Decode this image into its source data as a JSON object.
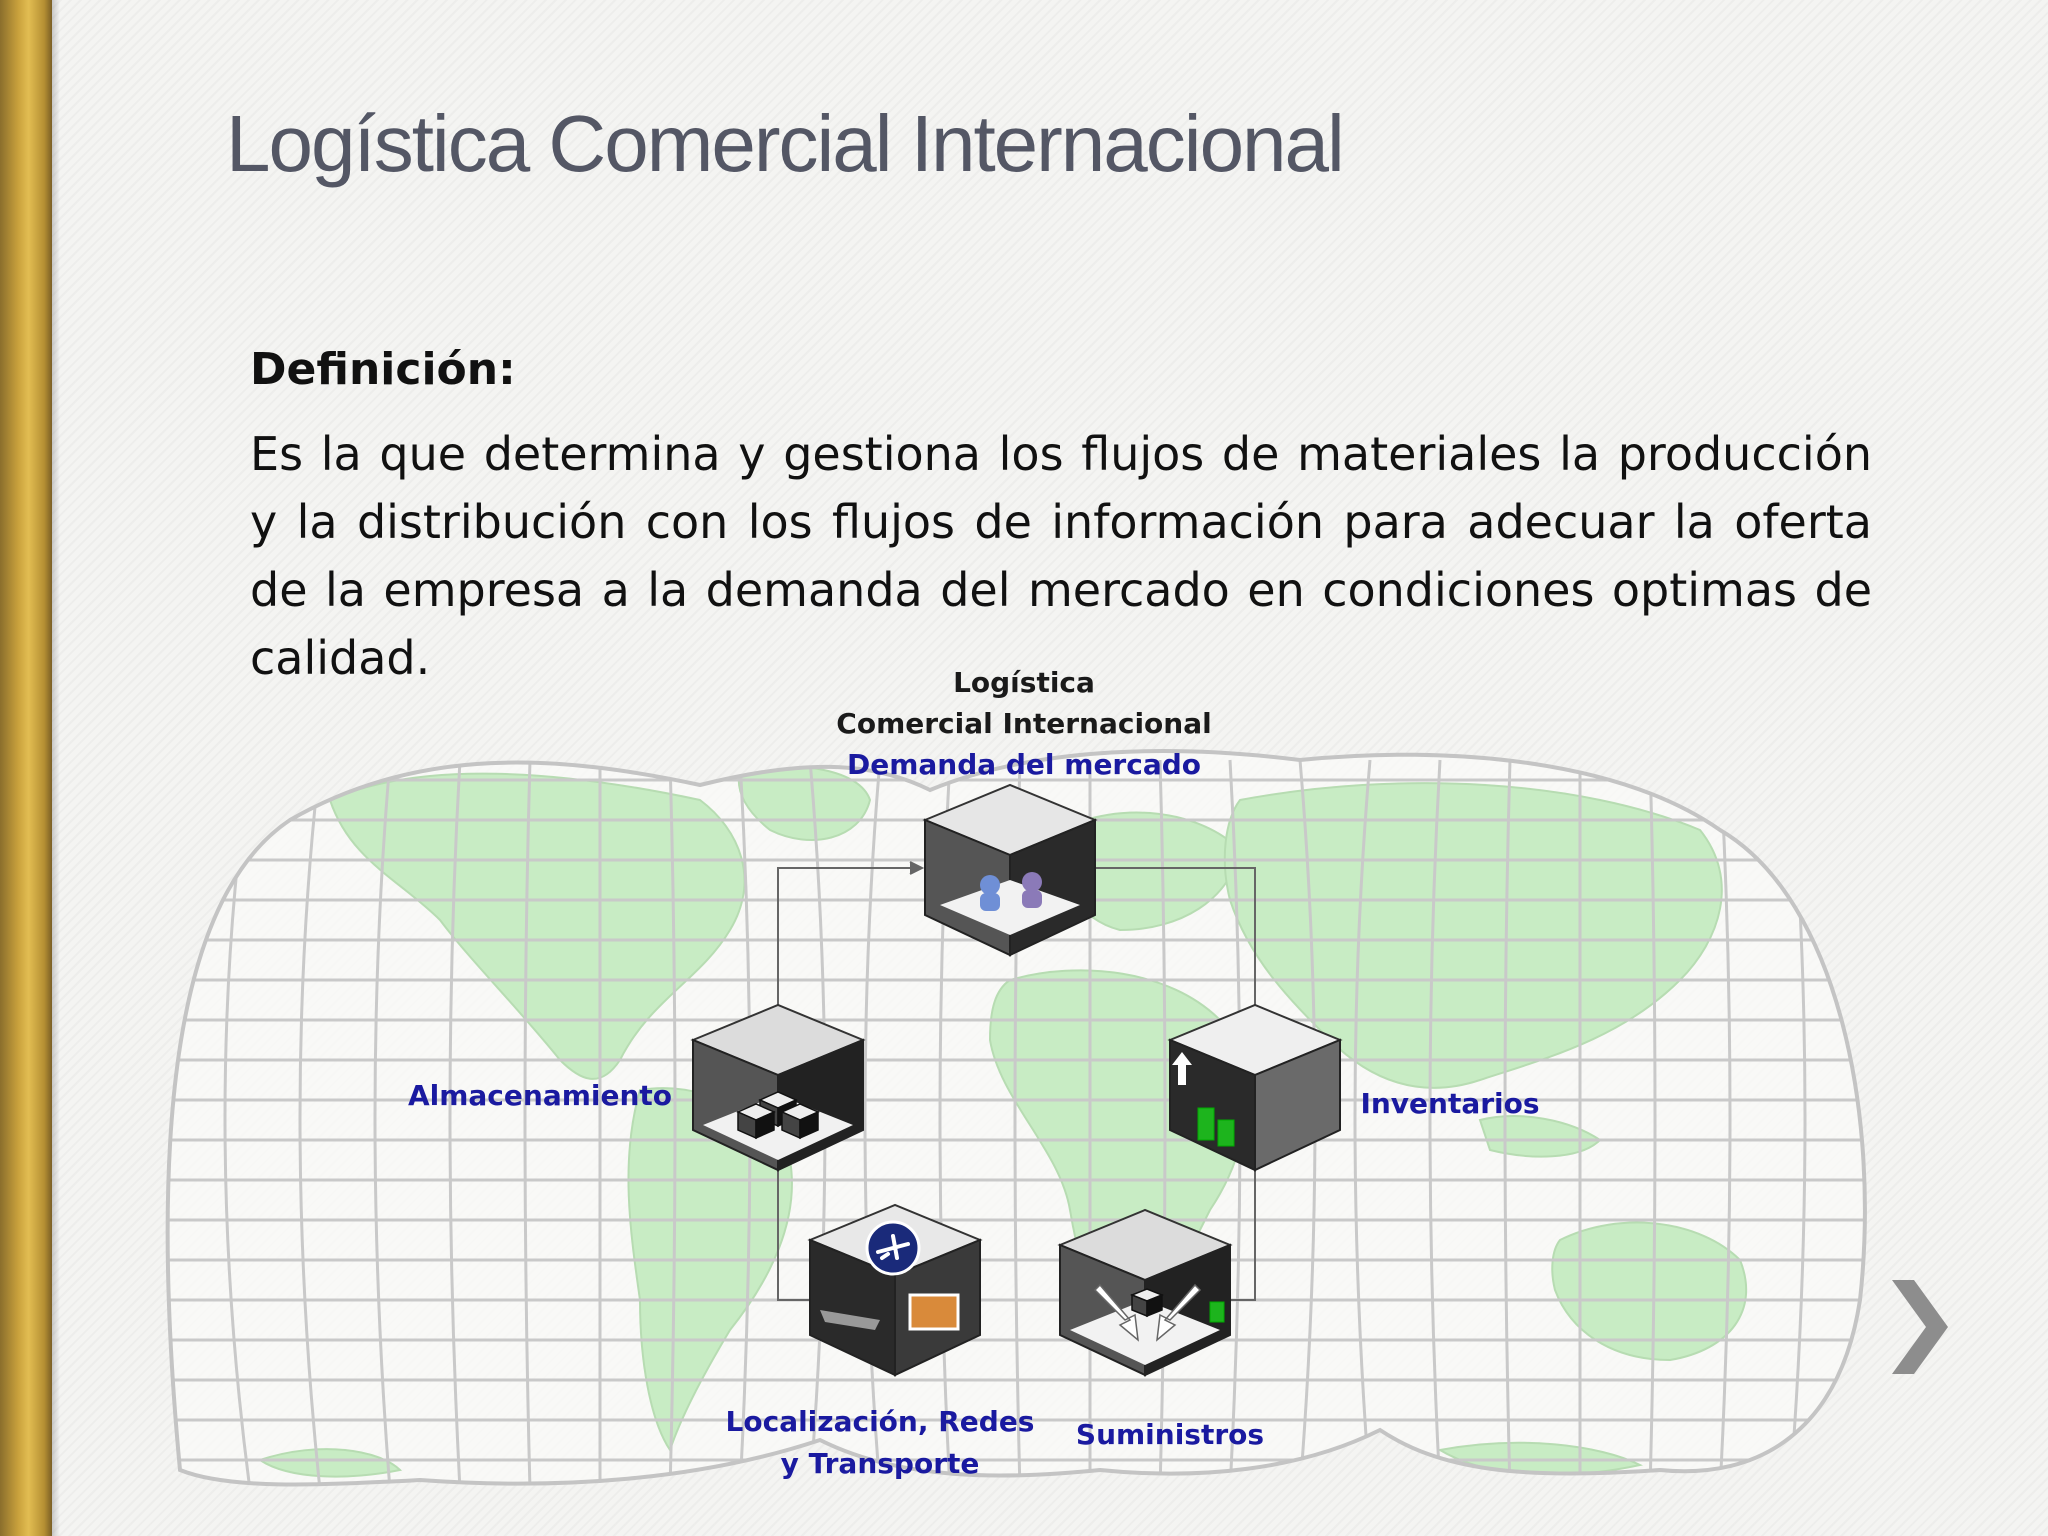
{
  "slide": {
    "title": "Logística Comercial Internacional",
    "definition_label": "Definición:",
    "definition_text": "Es la que determina y gestiona los flujos de materiales  la producción y la distribución  con los  flujos de información  para adecuar la oferta de la empresa  a la demanda del mercado en condiciones optimas de calidad."
  },
  "diagram": {
    "center_title_line1": "Logística",
    "center_title_line2": "Comercial Internacional",
    "top": "Demanda del mercado",
    "left": "Almacenamiento",
    "right": "Inventarios",
    "bottom_left_line1": "Localización, Redes",
    "bottom_left_line2": "y Transporte",
    "bottom_right": "Suministros"
  },
  "colors": {
    "land": "#c8ecc4",
    "grid": "#c9c9c9",
    "label_blue": "#1a1aa0",
    "side_bar": "#c9a13c"
  },
  "navigation": {
    "next_icon": "chevron-right-icon"
  }
}
